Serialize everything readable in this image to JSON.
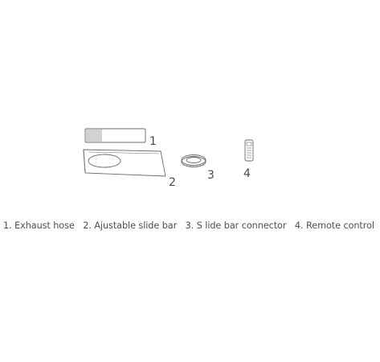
{
  "parts": [
    {
      "number": "1",
      "name": "Exhaust hose"
    },
    {
      "number": "2",
      "name": "Ajustable slide bar"
    },
    {
      "number": "3",
      "name": "Slide bar connector"
    },
    {
      "number": "4",
      "name": "Remote control"
    }
  ],
  "caption": {
    "item1": "1. Exhaust hose",
    "item2": "2. Ajustable slide bar",
    "item3": "3. S lide bar connector",
    "item4": "4. Remote control"
  },
  "colors": {
    "line": "#6b6b6b",
    "text": "#4f4f4f"
  }
}
